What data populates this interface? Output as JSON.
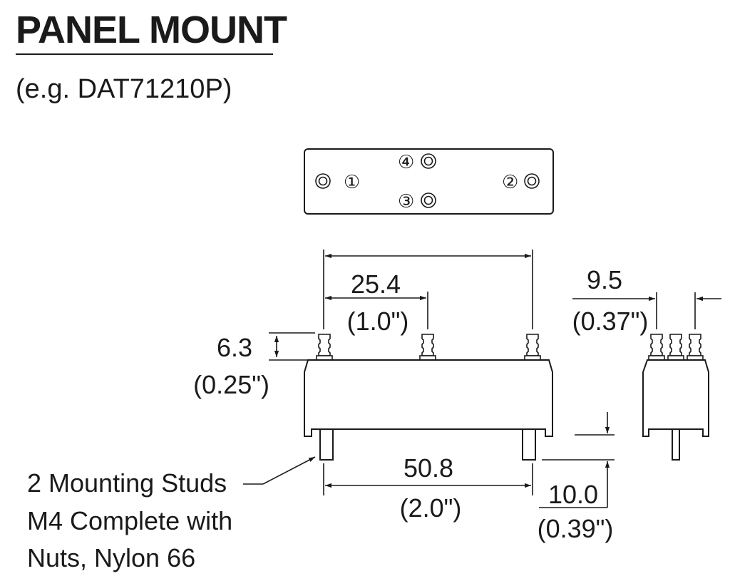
{
  "header": {
    "title": "PANEL MOUNT",
    "subtitle": "(e.g. DAT71210P)"
  },
  "top_view": {
    "pins": [
      {
        "label": "①"
      },
      {
        "label": "②"
      },
      {
        "label": "③"
      },
      {
        "label": "④"
      }
    ]
  },
  "dimensions": {
    "pin_height": {
      "mm": "6.3",
      "in": "(0.25\")"
    },
    "pin_pitch": {
      "mm": "25.4",
      "in": "(1.0\")"
    },
    "stud_spacing": {
      "mm": "50.8",
      "in": "(2.0\")"
    },
    "side_width": {
      "mm": "9.5",
      "in": "(0.37\")"
    },
    "stud_length": {
      "mm": "10.0",
      "in": "(0.39\")"
    }
  },
  "note": {
    "line1": "2 Mounting Studs",
    "line2": "M4 Complete with",
    "line3": "Nuts, Nylon 66"
  }
}
